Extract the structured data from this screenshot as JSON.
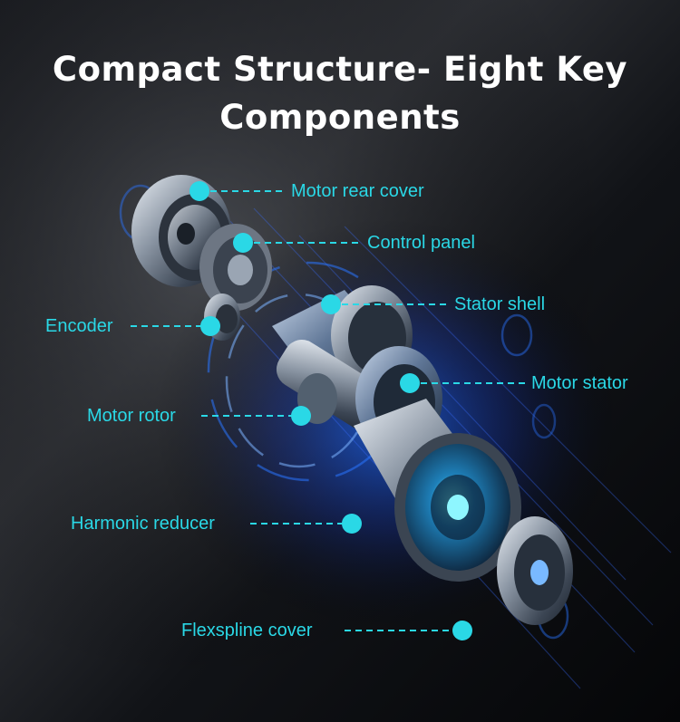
{
  "title": {
    "line1": "Compact Structure- Eight Key",
    "line2": "Components"
  },
  "callouts": [
    {
      "label": "Motor rear cover"
    },
    {
      "label": "Control panel"
    },
    {
      "label": "Stator shell"
    },
    {
      "label": "Encoder"
    },
    {
      "label": "Motor stator"
    },
    {
      "label": "Motor rotor"
    },
    {
      "label": "Harmonic reducer"
    },
    {
      "label": "Flexspline cover"
    }
  ],
  "colors": {
    "accent": "#2ad8e6",
    "background": "#0b0c0f",
    "title": "#ffffff"
  }
}
